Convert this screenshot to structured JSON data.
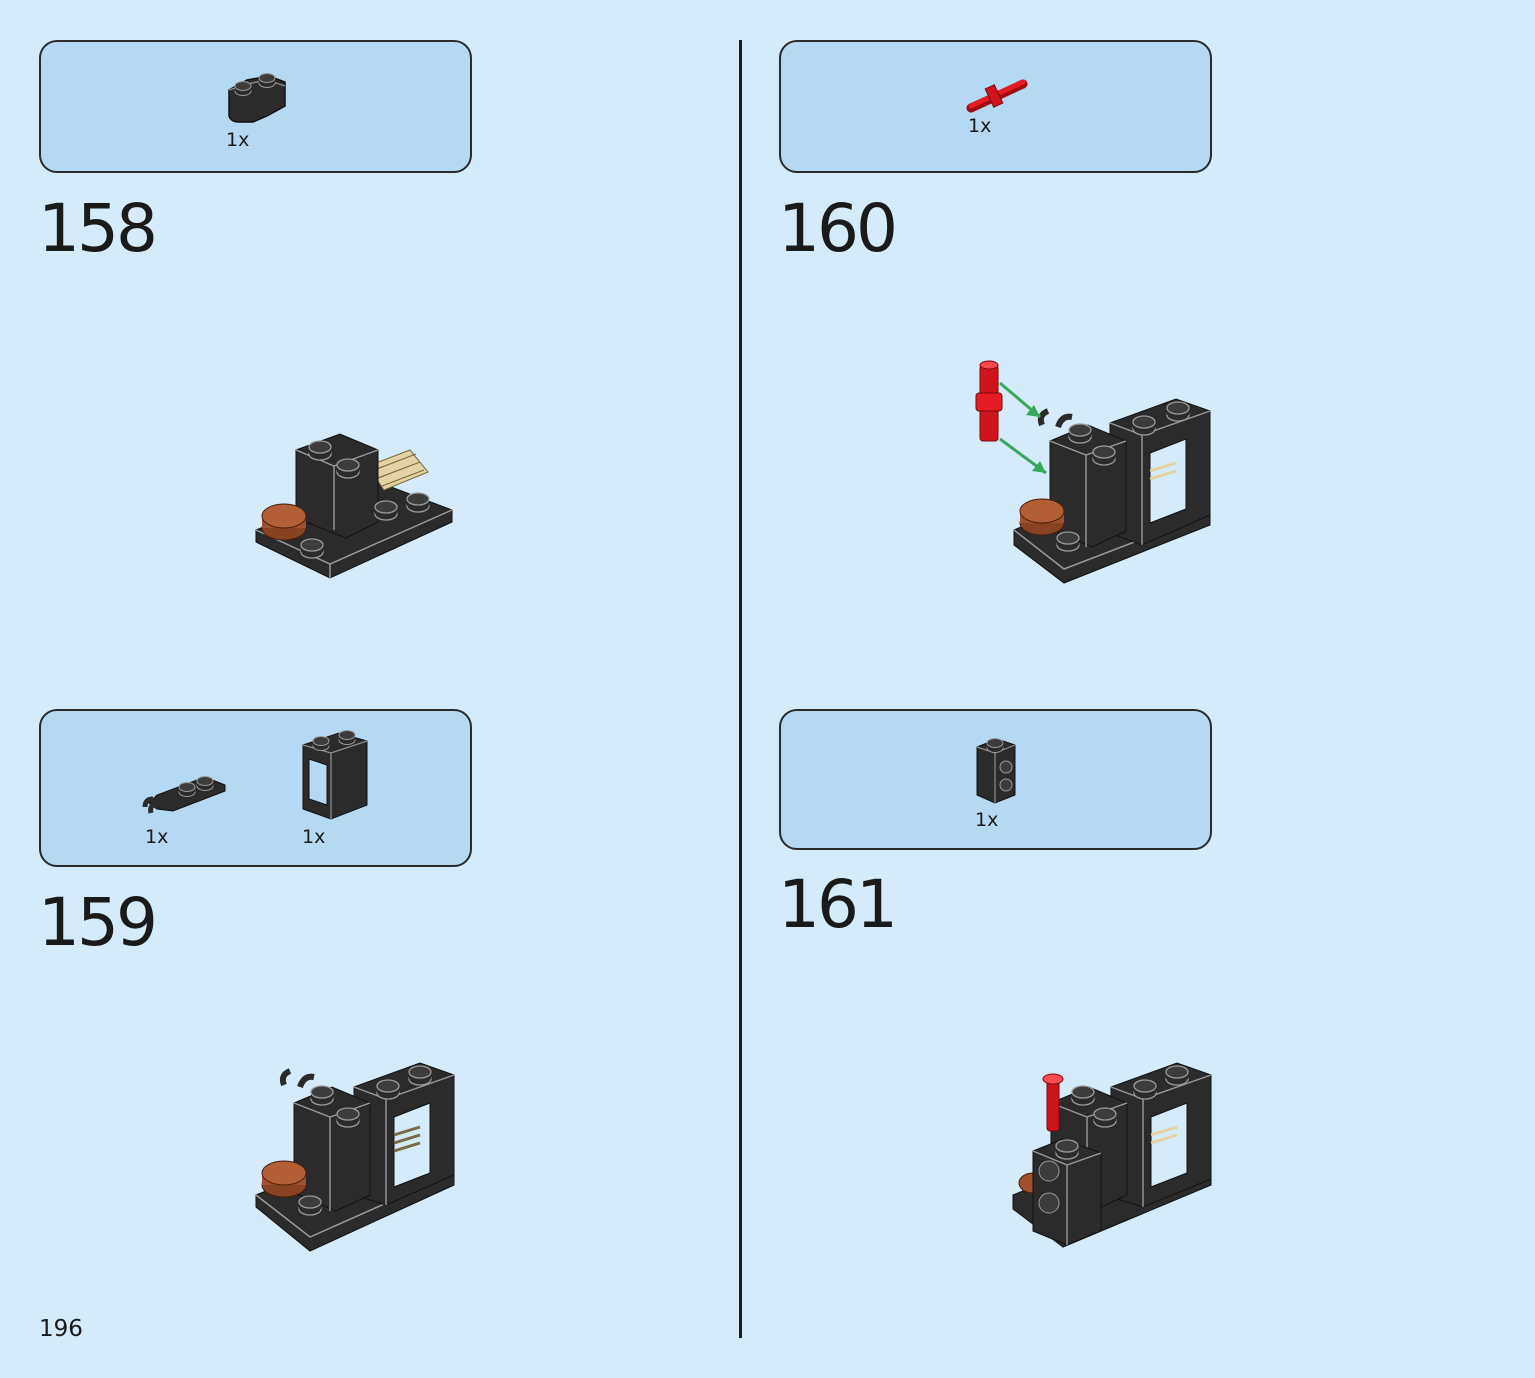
{
  "page": {
    "number": "196"
  },
  "colors": {
    "background": "#d5ebfa",
    "parts_box": "#b6d9f3",
    "brick_black": "#2b2b2b",
    "brick_red": "#d0141b",
    "arrow_green": "#3aa85a",
    "brick_brown": "#a0502c",
    "brick_tan": "#e4d3a2"
  },
  "steps": [
    {
      "number": "158",
      "parts": [
        {
          "qty": "1x",
          "icon": "black-curved-brick-icon"
        }
      ]
    },
    {
      "number": "159",
      "parts": [
        {
          "qty": "1x",
          "icon": "black-clip-plate-icon"
        },
        {
          "qty": "1x",
          "icon": "black-window-frame-icon"
        }
      ]
    },
    {
      "number": "160",
      "parts": [
        {
          "qty": "1x",
          "icon": "red-bar-icon"
        }
      ]
    },
    {
      "number": "161",
      "parts": [
        {
          "qty": "1x",
          "icon": "black-brick-studs-side-icon"
        }
      ]
    }
  ]
}
